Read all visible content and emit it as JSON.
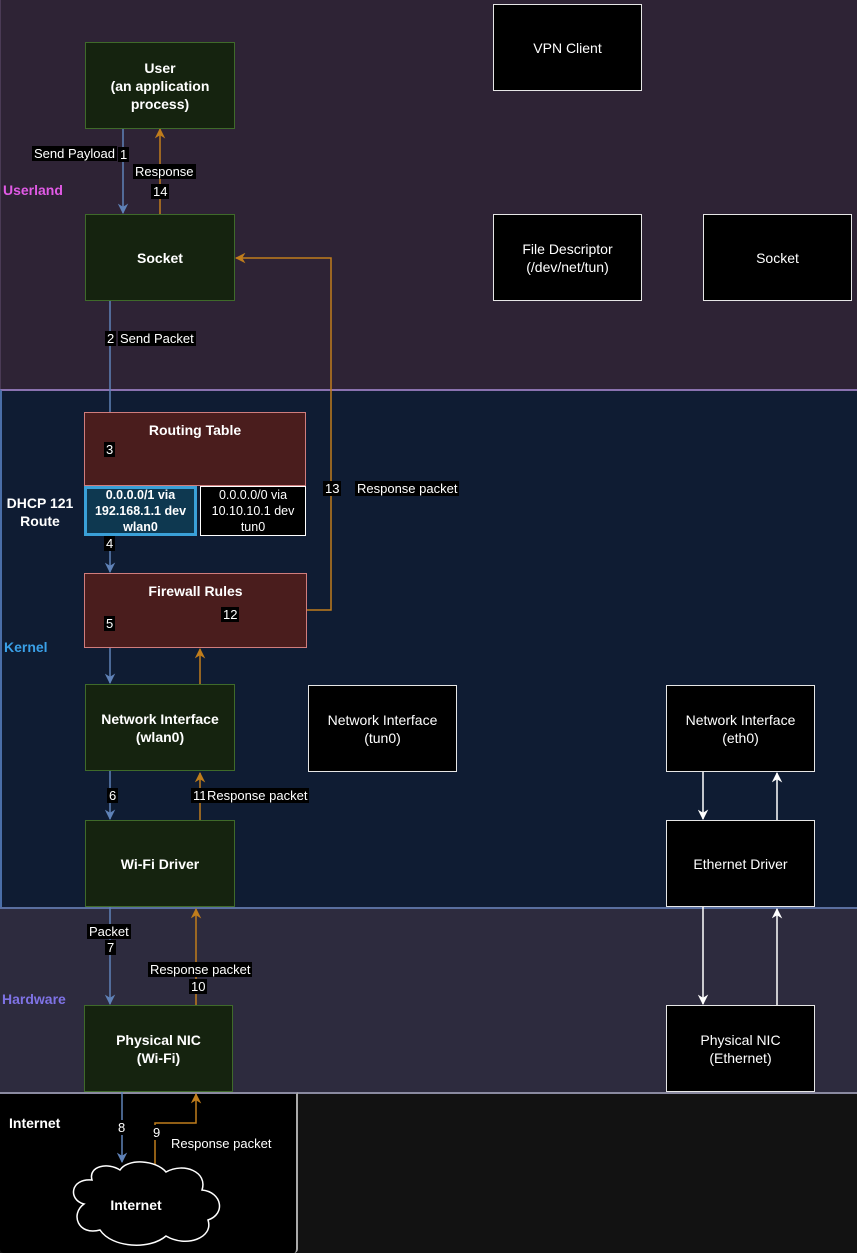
{
  "zones": {
    "userland": "Userland",
    "kernel": "Kernel",
    "hardware": "Hardware",
    "internet": "Internet",
    "dhcp_route": "DHCP 121\nRoute"
  },
  "colors": {
    "userland_label": "#e15ae6",
    "kernel_label": "#3aa0e8",
    "hardware_label": "#7f73e6",
    "outbound_arrow": "#5f82b8",
    "inbound_arrow": "#c07d1c",
    "eth_arrow": "#ffffff"
  },
  "nodes": {
    "user": "User\n(an application\nprocess)",
    "socket": "Socket",
    "routing_table": "Routing Table",
    "route_wlan": "0.0.0.0/1 via\n192.168.1.1 dev\nwlan0",
    "route_tun": "0.0.0.0/0 via\n10.10.10.1 dev\ntun0",
    "firewall": "Firewall Rules",
    "netif_wlan": "Network Interface\n(wlan0)",
    "wifi_driver": "Wi-Fi Driver",
    "nic_wifi": "Physical NIC\n(Wi-Fi)",
    "internet_cloud": "Internet",
    "vpn_client": "VPN Client",
    "file_descriptor": "File Descriptor\n(/dev/net/tun)",
    "vpn_socket": "Socket",
    "netif_tun": "Network Interface\n(tun0)",
    "netif_eth": "Network Interface\n(eth0)",
    "eth_driver": "Ethernet Driver",
    "nic_eth": "Physical NIC\n(Ethernet)"
  },
  "edges": {
    "e1_text": "Send Payload",
    "e1_num": "1",
    "e2_num": "2",
    "e2_text": "Send Packet",
    "e3_num": "3",
    "e4_num": "4",
    "e5_num": "5",
    "e6_num": "6",
    "e7_text": "Packet",
    "e7_num": "7",
    "e8_num": "8",
    "e9_num": "9",
    "e9_text": "Response packet",
    "e10_text": "Response packet",
    "e10_num": "10",
    "e11_num": "11",
    "e11_text": "Response packet",
    "e12_num": "12",
    "e13_num": "13",
    "e13_text": "Response packet",
    "e14_text": "Response",
    "e14_num": "14"
  }
}
